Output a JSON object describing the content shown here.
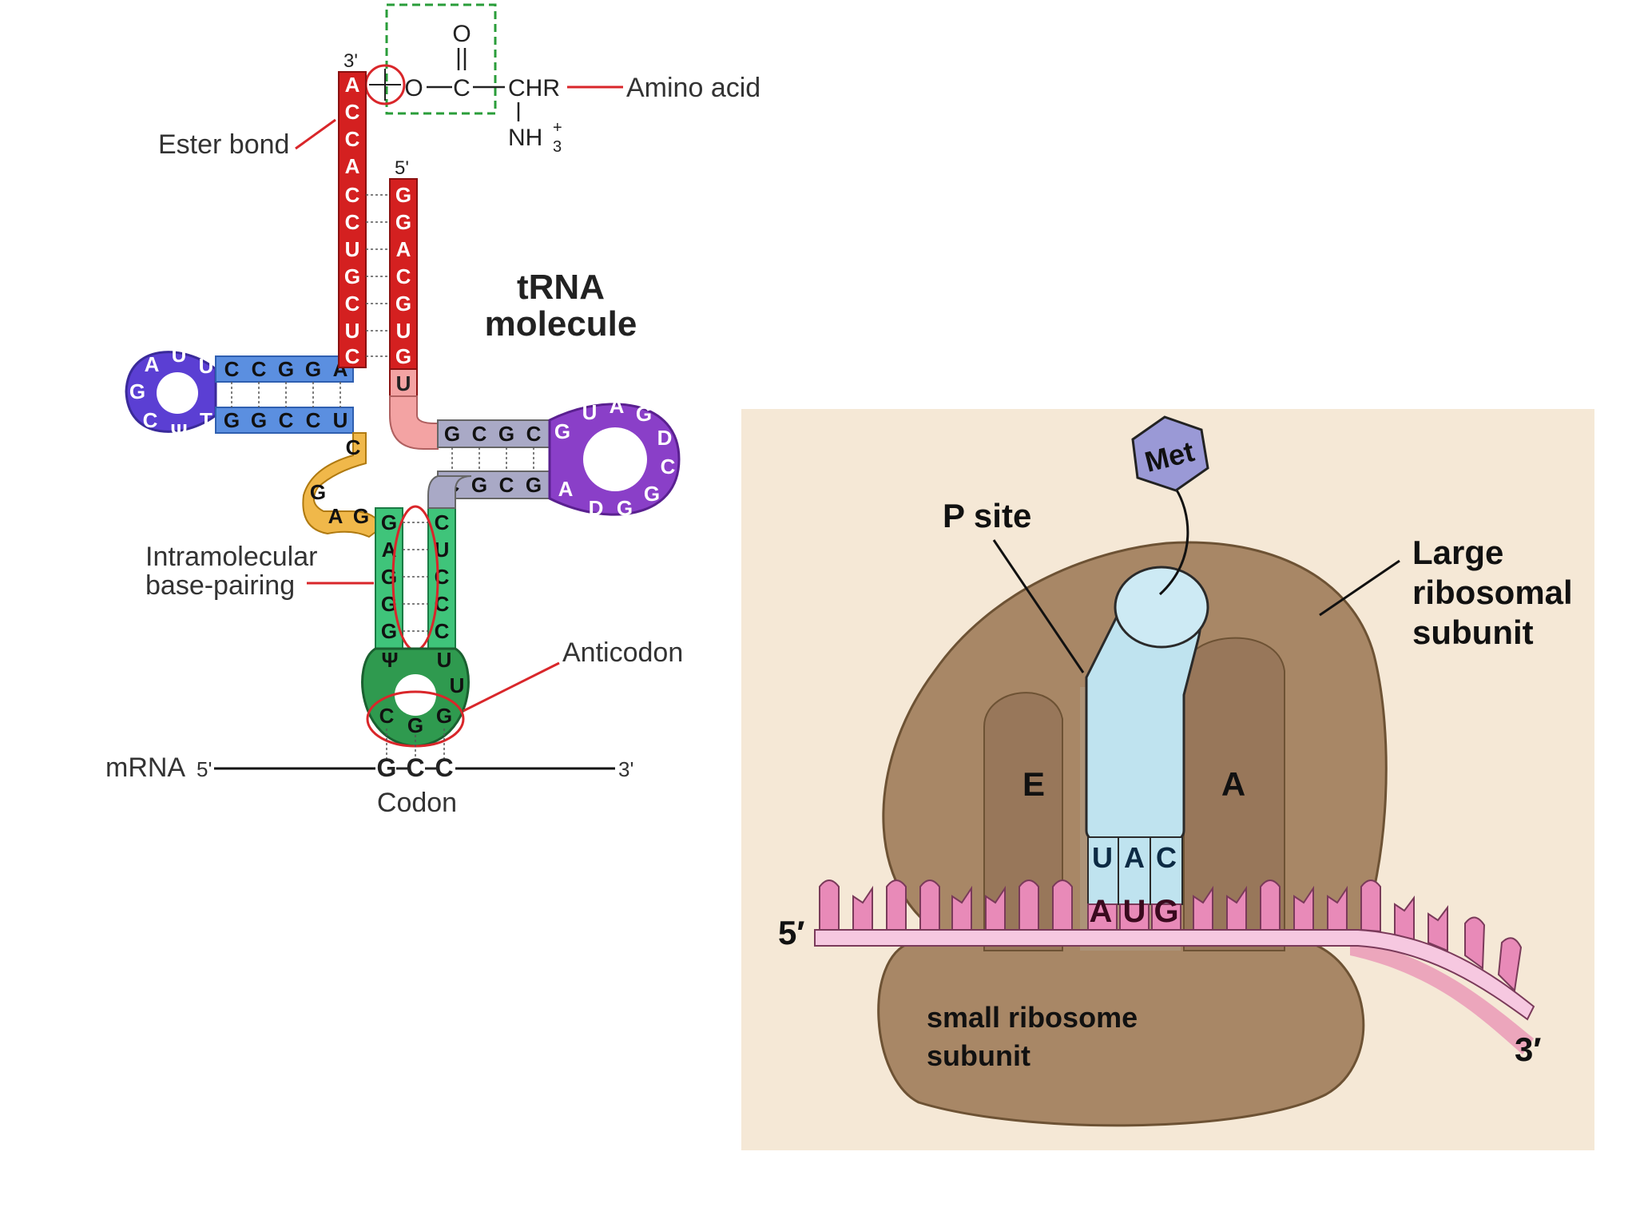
{
  "trna": {
    "title_line1": "tRNA",
    "title_line2": "molecule",
    "label_3prime_top": "3'",
    "label_5prime_top": "5'",
    "amino_acid": {
      "o_top": "O",
      "o_link": "O",
      "c": "C",
      "chr": "CHR",
      "nh3": "NH",
      "nh3_sub": "3",
      "nh3_sup": "+",
      "label": "Amino acid"
    },
    "ester_bond": "Ester bond",
    "intramolecular_line1": "Intramolecular",
    "intramolecular_line2": "base-pairing",
    "anticodon": "Anticodon",
    "codon": "Codon",
    "mrna": "mRNA",
    "mrna_5": "5'",
    "mrna_3": "3'",
    "codon_bases": [
      "G",
      "C",
      "C"
    ],
    "acceptor_left": [
      "A",
      "C",
      "C",
      "A",
      "C",
      "C",
      "U",
      "G",
      "C",
      "U",
      "C"
    ],
    "acceptor_right": [
      "G",
      "G",
      "A",
      "C",
      "G",
      "U",
      "G",
      "U"
    ],
    "d_arm_top": [
      "A",
      "G",
      "G",
      "C",
      "C"
    ],
    "d_arm_bottom": [
      "G",
      "G",
      "C",
      "C",
      "U"
    ],
    "d_loop": [
      "U",
      "U",
      "A",
      "G",
      "C",
      "Ψ",
      "T"
    ],
    "t_arm_top": [
      "G",
      "C",
      "G",
      "C"
    ],
    "t_arm_bottom": [
      "C",
      "G",
      "C",
      "G"
    ],
    "t_loop": [
      "G",
      "U",
      "A",
      "G",
      "D",
      "C",
      "G",
      "G",
      "D",
      "A"
    ],
    "variable": [
      "C",
      "G",
      "A",
      "G"
    ],
    "anticodon_arm_left": [
      "G",
      "A",
      "G",
      "G",
      "G"
    ],
    "anticodon_arm_right": [
      "C",
      "U",
      "C",
      "C",
      "C"
    ],
    "anticodon_loop_extra": [
      "Ψ",
      "U",
      "U"
    ],
    "anticodon_bases": [
      "C",
      "G",
      "G"
    ]
  },
  "ribosome": {
    "met": "Met",
    "p_site": "P site",
    "large_line1": "Large",
    "large_line2": "ribosomal",
    "large_line3": "subunit",
    "e_site": "E",
    "a_site": "A",
    "anticodon": [
      "U",
      "A",
      "C"
    ],
    "codon": [
      "A",
      "U",
      "G"
    ],
    "small_line1": "small ribosome",
    "small_line2": "subunit",
    "five_prime": "5′",
    "three_prime": "3′"
  }
}
